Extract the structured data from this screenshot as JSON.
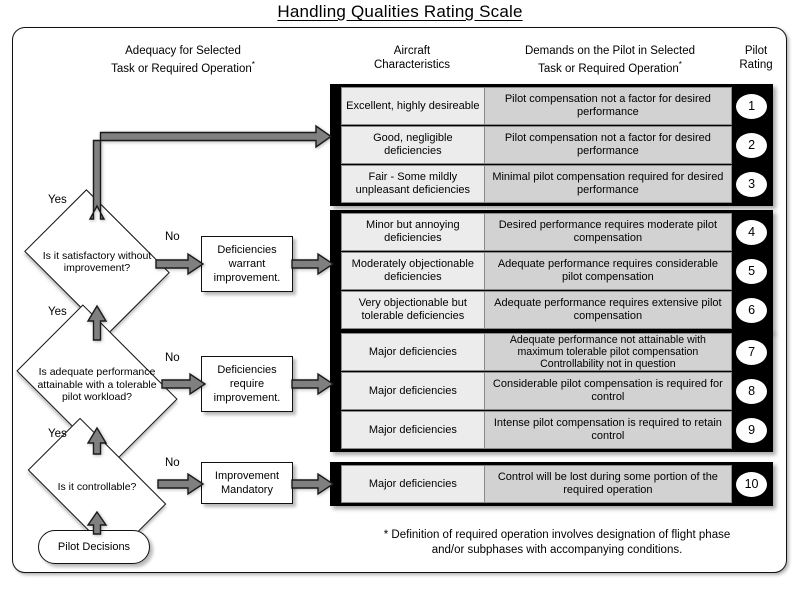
{
  "title": "Handling Qualities Rating Scale",
  "headers": {
    "adequacy_line1": "Adequacy for Selected",
    "adequacy_line2": "Task or Required  Operation",
    "aircraft_line1": "Aircraft",
    "aircraft_line2": "Characteristics",
    "demands_line1": "Demands on the Pilot in Selected",
    "demands_line2": "Task or Required Operation",
    "rating_line1": "Pilot",
    "rating_line2": "Rating",
    "footnote_marker": "*"
  },
  "footnote": {
    "line1": "* Definition of required operation involves designation of flight phase",
    "line2": "and/or subphases with accompanying conditions."
  },
  "groups": [
    {
      "id": "group-1",
      "rows": [
        {
          "aircraft": "Excellent, highly desireable",
          "demands": "Pilot compensation not a factor for desired performance",
          "rating": "1"
        },
        {
          "aircraft": "Good, negligible deficiencies",
          "demands": "Pilot compensation not a factor for desired performance",
          "rating": "2"
        },
        {
          "aircraft": "Fair - Some mildly unpleasant deficiencies",
          "demands": "Minimal pilot compensation required for desired performance",
          "rating": "3"
        }
      ]
    },
    {
      "id": "group-2",
      "rows": [
        {
          "aircraft": "Minor but annoying deficiencies",
          "demands": "Desired performance requires moderate pilot compensation",
          "rating": "4"
        },
        {
          "aircraft": "Moderately objectionable deficiencies",
          "demands": "Adequate performance requires considerable pilot compensation",
          "rating": "5"
        },
        {
          "aircraft": "Very objectionable but tolerable deficiencies",
          "demands": "Adequate performance requires extensive pilot compensation",
          "rating": "6"
        }
      ]
    },
    {
      "id": "group-3",
      "rows": [
        {
          "aircraft": "Major deficiencies",
          "demands": "Adequate performance not attainable with maximum tolerable pilot compensation Controllability not in question",
          "rating": "7"
        },
        {
          "aircraft": "Major deficiencies",
          "demands": "Considerable pilot compensation is required for control",
          "rating": "8"
        },
        {
          "aircraft": "Major deficiencies",
          "demands": "Intense pilot compensation is required to retain control",
          "rating": "9"
        }
      ]
    },
    {
      "id": "group-4",
      "rows": [
        {
          "aircraft": "Major deficiencies",
          "demands": "Control will be lost during some portion of the required operation",
          "rating": "10"
        }
      ]
    }
  ],
  "flowchart": {
    "decisions": [
      {
        "id": "diamond-1",
        "text": "Is it satisfactory without improvement?"
      },
      {
        "id": "diamond-2",
        "text": "Is adequate performance attainable with a tolerable pilot workload?"
      },
      {
        "id": "diamond-3",
        "text": "Is it controllable?"
      }
    ],
    "processes": [
      {
        "id": "pbox-1",
        "text": "Deficiencies warrant improvement."
      },
      {
        "id": "pbox-2",
        "text": "Deficiencies require improvement."
      },
      {
        "id": "pbox-3",
        "text": "Improvement Mandatory"
      }
    ],
    "terminator": "Pilot Decisions",
    "labels": {
      "yes": "Yes",
      "no": "No"
    }
  },
  "colors": {
    "aircraft_cell_bg": "#ececec",
    "demands_cell_bg": "#d2d2d2",
    "group_frame": "#000000",
    "arrow_fill": "#808080",
    "arrow_stroke": "#1a1a1a"
  }
}
